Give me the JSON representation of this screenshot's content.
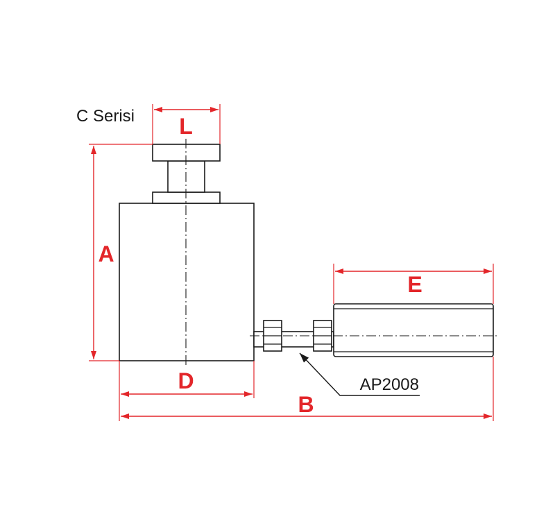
{
  "diagram": {
    "series_label": "C Serisi",
    "part_label": "AP2008",
    "dimensions": {
      "A": "A",
      "B": "B",
      "D": "D",
      "E": "E",
      "L": "L"
    },
    "colors": {
      "dimension": "#e3262a",
      "outline": "#1a1a1a",
      "background": "#ffffff"
    }
  }
}
